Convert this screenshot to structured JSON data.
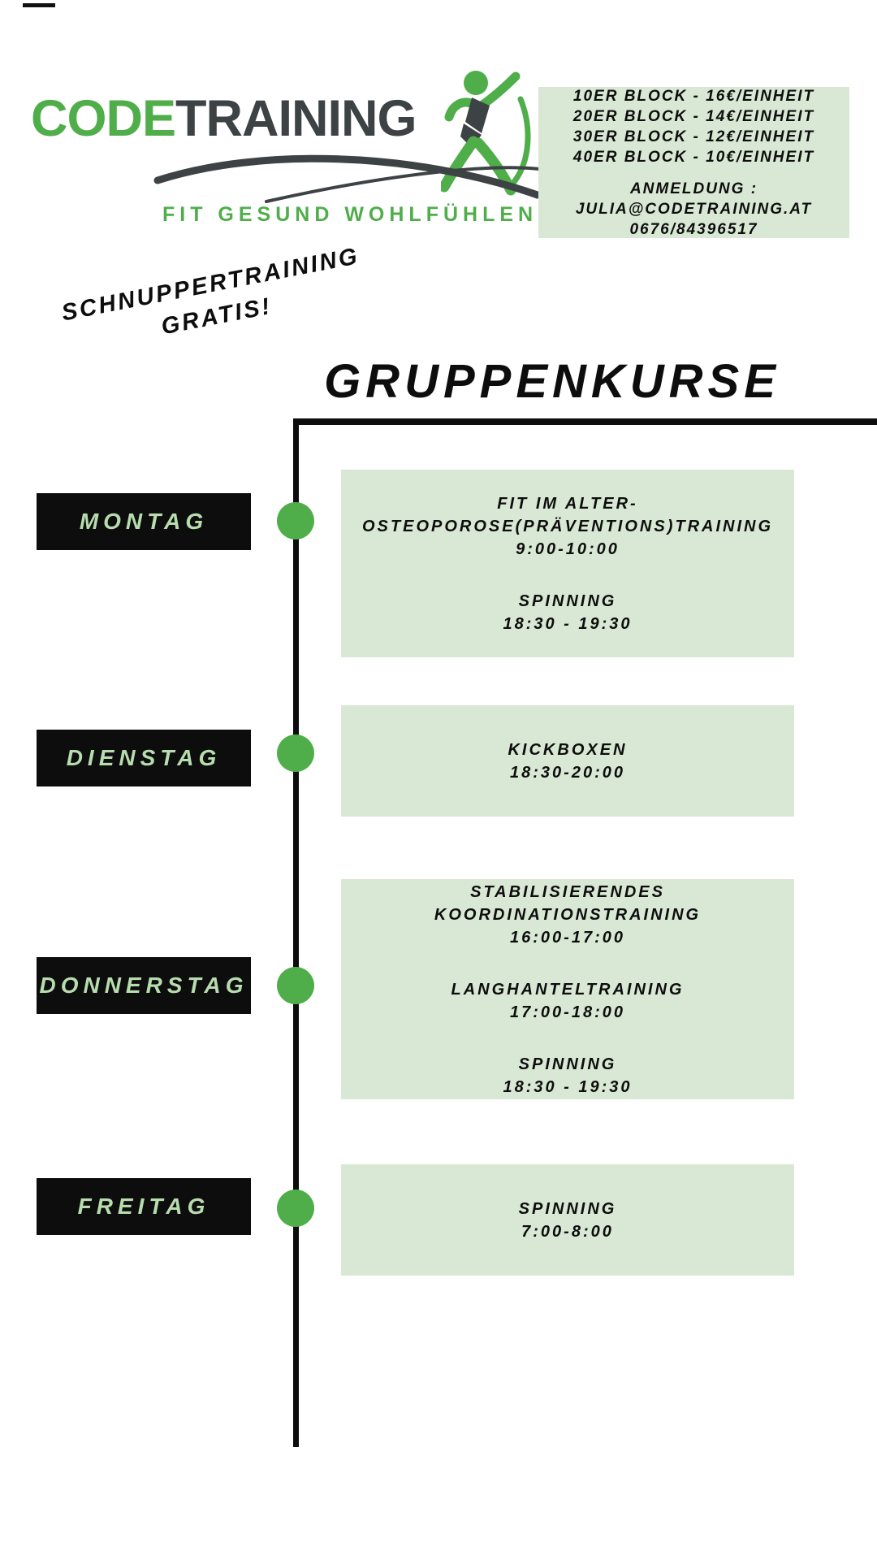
{
  "logo": {
    "word_green": "CODE",
    "word_dark": "TRAINING",
    "tagline": "FIT GESUND WOHLFÜHLEN"
  },
  "pricing": {
    "lines": [
      "10ER BLOCK - 16€/EINHEIT",
      "20ER BLOCK - 14€/EINHEIT",
      "30ER BLOCK - 12€/EINHEIT",
      "40ER BLOCK - 10€/EINHEIT"
    ],
    "contact_heading": "ANMELDUNG :",
    "contact_email": "JULIA@CODETRAINING.AT",
    "contact_phone": "0676/84396517"
  },
  "promo": {
    "line1": "SCHNUPPERTRAINING",
    "line2": "GRATIS!"
  },
  "title": "GRUPPENKURSE",
  "schedule": [
    {
      "day": "MONTAG",
      "entries": [
        {
          "lines": [
            "FIT IM ALTER-",
            "OSTEOPOROSE(PRÄVENTIONS)TRAINING",
            "9:00-10:00"
          ]
        },
        {
          "lines": [
            "SPINNING",
            "18:30 - 19:30"
          ]
        }
      ]
    },
    {
      "day": "DIENSTAG",
      "entries": [
        {
          "lines": [
            "KICKBOXEN",
            "18:30-20:00"
          ]
        }
      ]
    },
    {
      "day": "DONNERSTAG",
      "entries": [
        {
          "lines": [
            "STABILISIERENDES",
            "KOORDINATIONSTRAINING",
            "16:00-17:00"
          ]
        },
        {
          "lines": [
            "LANGHANTELTRAINING",
            "17:00-18:00"
          ]
        },
        {
          "lines": [
            "SPINNING",
            "18:30 - 19:30"
          ]
        }
      ]
    },
    {
      "day": "FREITAG",
      "entries": [
        {
          "lines": [
            "SPINNING",
            "7:00-8:00"
          ]
        }
      ]
    }
  ],
  "colors": {
    "accent_green": "#4fae4a",
    "light_green": "#d9e8d4",
    "pale_green_text": "#b7dcae",
    "dark_gray": "#3d4245",
    "black": "#0d0d0d"
  }
}
